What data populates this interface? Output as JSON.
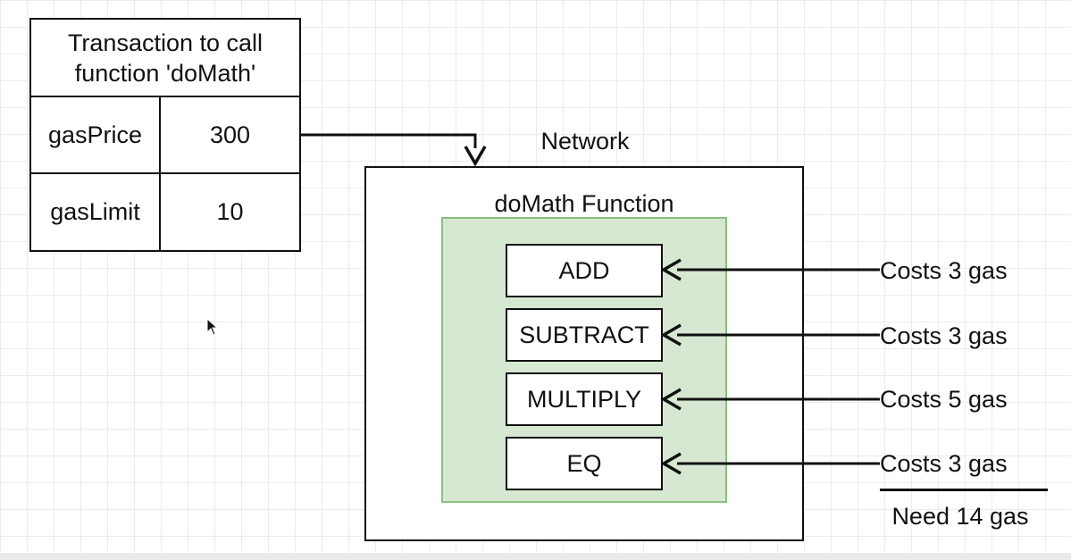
{
  "transaction": {
    "title": "Transaction to call\nfunction 'doMath'",
    "rows": [
      {
        "key": "gasPrice",
        "value": "300"
      },
      {
        "key": "gasLimit",
        "value": "10"
      }
    ]
  },
  "network": {
    "label": "Network",
    "function_label": "doMath Function",
    "operations": [
      {
        "name": "ADD",
        "cost": "Costs 3 gas"
      },
      {
        "name": "SUBTRACT",
        "cost": "Costs 3 gas"
      },
      {
        "name": "MULTIPLY",
        "cost": "Costs 5 gas"
      },
      {
        "name": "EQ",
        "cost": "Costs 3 gas"
      }
    ],
    "total": "Need 14 gas"
  },
  "colors": {
    "function_fill": "#d6e8d2",
    "function_border": "#8bbf7f",
    "line": "#111111"
  },
  "icons": [
    "mouse-cursor-icon"
  ]
}
